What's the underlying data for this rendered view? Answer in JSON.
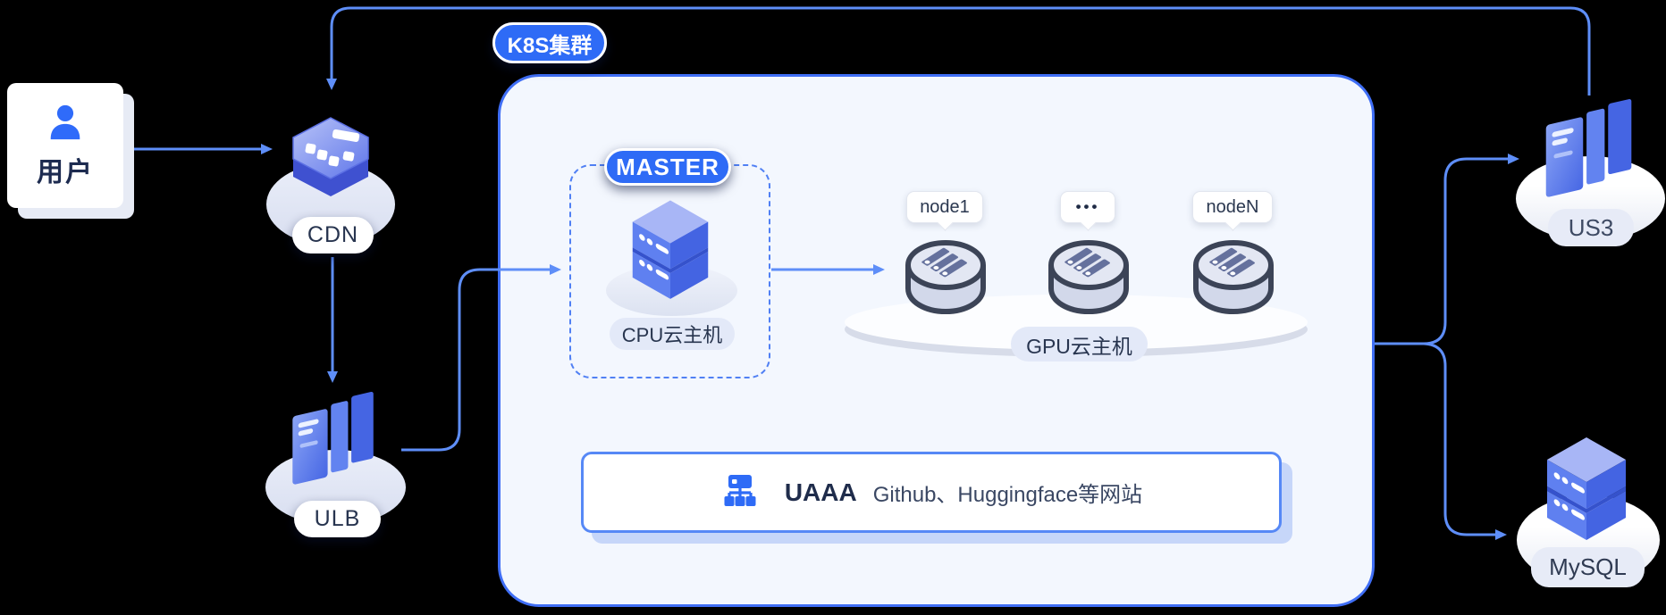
{
  "colors": {
    "background": "#000000",
    "accent_blue": "#2E6BF6",
    "arrow_blue": "#5E8EF8",
    "cluster_border": "#3F6EF5",
    "cluster_bg": "#F3F7FE",
    "pill_lavender": "#E3E9F8",
    "text_dark": "#25324E"
  },
  "nodes": {
    "user": {
      "label": "用户"
    },
    "cdn": {
      "label": "CDN"
    },
    "ulb": {
      "label": "ULB"
    },
    "us3": {
      "label": "US3"
    },
    "mysql": {
      "label": "MySQL"
    }
  },
  "cluster": {
    "badge": "K8S集群",
    "master": {
      "badge": "MASTER",
      "host_label": "CPU云主机"
    },
    "gpu": {
      "label": "GPU云主机",
      "node_bubbles": [
        {
          "label": "node1"
        },
        {
          "label": "•••"
        },
        {
          "label": "nodeN"
        }
      ]
    },
    "uaaa": {
      "title": "UAAA",
      "subtitle": "Github、Huggingface等网站"
    }
  }
}
